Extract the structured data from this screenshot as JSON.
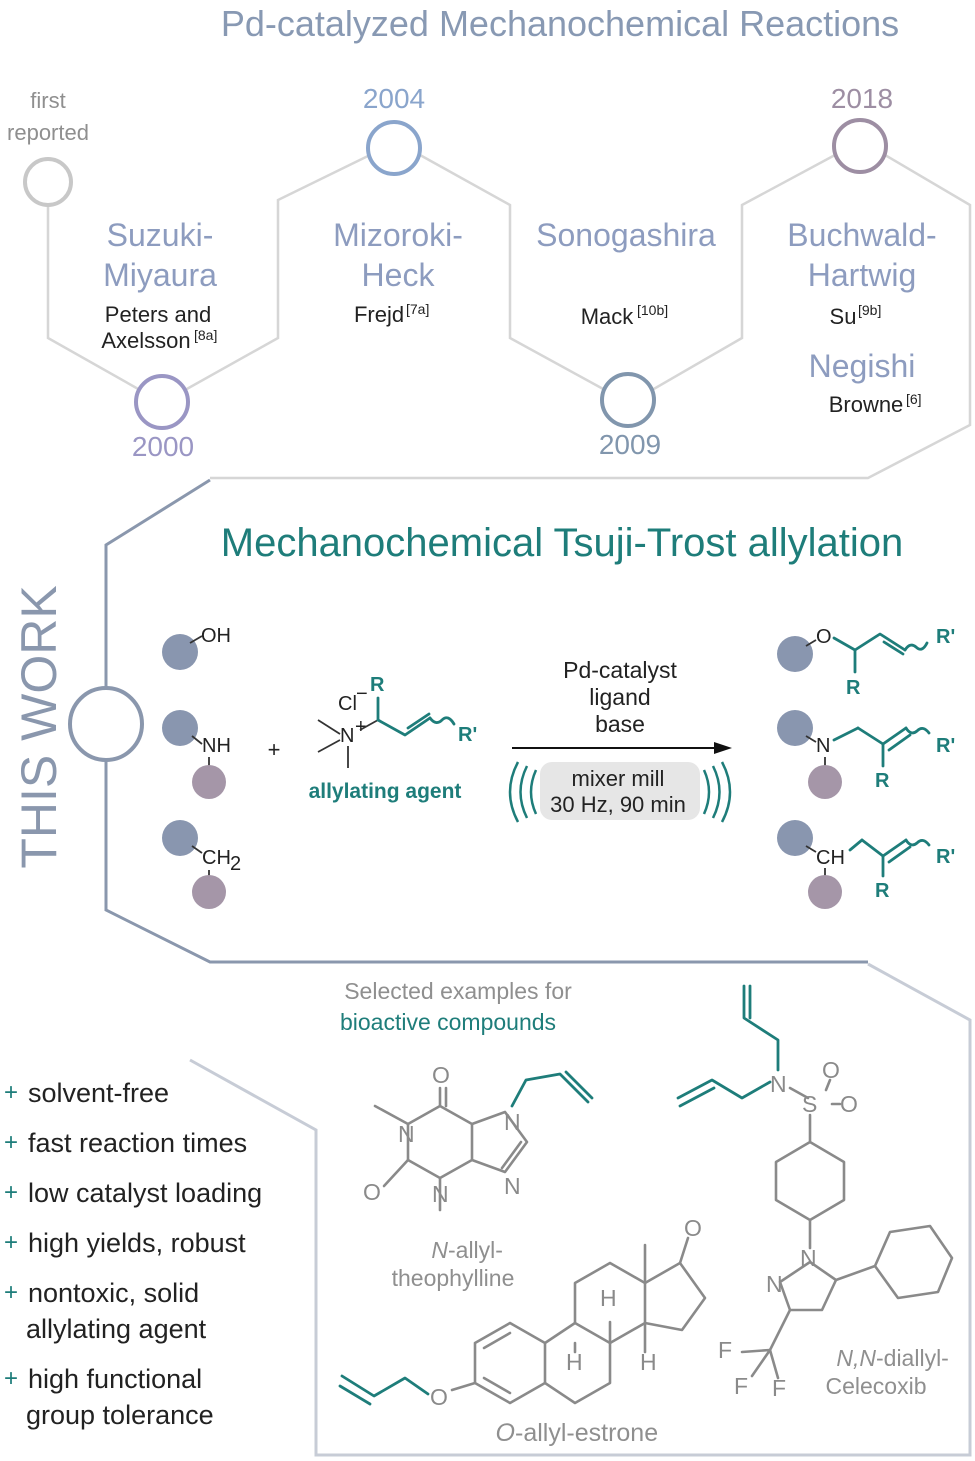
{
  "header": {
    "title": "Pd-catalyzed Mechanochemical Reactions"
  },
  "timeline": {
    "first_label_1": "first",
    "first_label_2": "reported",
    "years": {
      "y2000": "2000",
      "y2004": "2004",
      "y2009": "2009",
      "y2018": "2018"
    },
    "reactions": {
      "suzuki_1": "Suzuki-",
      "suzuki_2": "Miyaura",
      "suzuki_ref_1": "Peters and",
      "suzuki_ref_2": "Axelsson",
      "suzuki_cite": "[8a]",
      "heck_1": "Mizoroki-",
      "heck_2": "Heck",
      "heck_ref": "Frejd",
      "heck_cite": "[7a]",
      "sono": "Sonogashira",
      "sono_ref": "Mack",
      "sono_cite": "[10b]",
      "buch_1": "Buchwald-",
      "buch_2": "Hartwig",
      "buch_ref": "Su",
      "buch_cite": "[9b]",
      "negishi": "Negishi",
      "negishi_ref": "Browne",
      "negishi_cite": "[6]"
    }
  },
  "this_work": {
    "side_label": "THIS WORK",
    "title": "Mechanochemical Tsuji-Trost allylation",
    "substrates": {
      "oh": "OH",
      "nh": "NH",
      "ch2": "CH",
      "ch2_sub": "2"
    },
    "plus": "+",
    "reagent": {
      "cl": "Cl",
      "cl_sup": "−",
      "n": "N",
      "n_sup": "+",
      "r": "R",
      "rp": "R'",
      "label": "allylating agent"
    },
    "conditions": {
      "line1": "Pd-catalyst",
      "line2": "ligand",
      "line3": "base",
      "mill1": "mixer mill",
      "mill2": "30 Hz, 90 min"
    },
    "products": {
      "o": "O",
      "n": "N",
      "ch": "CH",
      "r": "R",
      "rp": "R'"
    }
  },
  "examples": {
    "heading_1": "Selected examples for",
    "heading_2": "bioactive compounds",
    "advantages": [
      "solvent-free",
      "fast reaction times",
      "low catalyst loading",
      "high yields, robust",
      "nontoxic, solid",
      "allylating agent",
      "high functional",
      "group tolerance"
    ],
    "plus_sign": "+",
    "theophylline": {
      "prefix": "N",
      "name_1": "-allyl-",
      "name_2": "theophylline"
    },
    "celecoxib": {
      "prefix": "N,N",
      "name_1": "-diallyl-",
      "name_2": "Celecoxib"
    },
    "estrone": {
      "prefix": "O",
      "name": "-allyl-estrone"
    },
    "atoms": {
      "O": "O",
      "N": "N",
      "H": "H",
      "S": "S",
      "F": "F"
    }
  },
  "colors": {
    "teal": "#1e7d7a",
    "circle_grey": "#c8c8c8",
    "circle_blue": "#8aa5cc",
    "circle_violet": "#9a96c4",
    "circle_mauve": "#9d8ea3",
    "dot_blue": "#8996af",
    "dot_mauve": "#a596a8"
  }
}
